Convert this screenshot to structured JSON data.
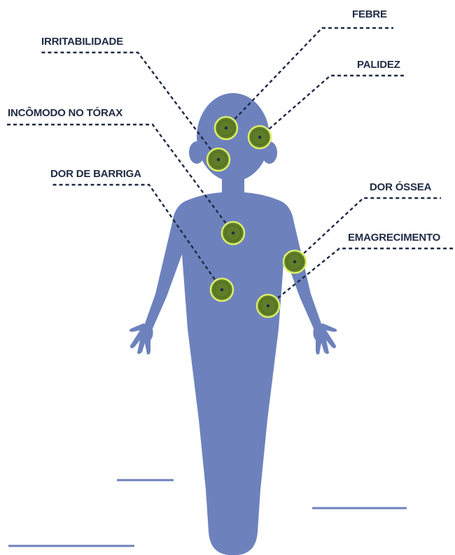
{
  "colors": {
    "body": "#6d82bd",
    "marker_fill": "#5f7d28",
    "marker_ring": "#dcee6a",
    "leader_line": "#1f2a44",
    "label_text": "#1f2a44",
    "ground_line": "#6d82bd",
    "background": "#ffffff"
  },
  "symptoms": [
    {
      "key": "febre",
      "label": "FEBRE"
    },
    {
      "key": "palidez",
      "label": "PALIDEZ"
    },
    {
      "key": "irritabilidade",
      "label": "IRRITABILIDADE"
    },
    {
      "key": "incomodo-torax",
      "label": "INCÔMODO NO TÓRAX"
    },
    {
      "key": "dor-barriga",
      "label": "DOR DE BARRIGA"
    },
    {
      "key": "dor-ossea",
      "label": "DOR ÓSSEA"
    },
    {
      "key": "emagrecimento",
      "label": "EMAGRECIMENTO"
    }
  ]
}
